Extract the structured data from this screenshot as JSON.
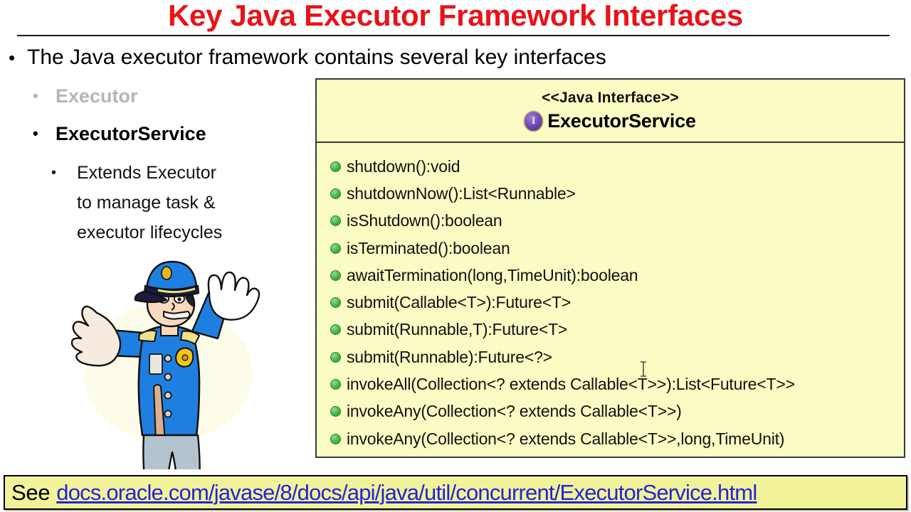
{
  "slide": {
    "title": "Key Java Executor Framework Interfaces",
    "title_color": "#e8131a"
  },
  "bullets": {
    "level1": "The Java executor framework contains several key interfaces",
    "level2": [
      {
        "label": "Executor",
        "state": "dimmed",
        "color": "#b6b6b6"
      },
      {
        "label": "ExecutorService",
        "state": "active",
        "color": "#000000"
      }
    ],
    "level3": [
      "Extends Executor",
      "to manage task &",
      "executor lifecycles"
    ],
    "bullet_glyph": "•"
  },
  "uml": {
    "stereotype": "<<Java Interface>>",
    "interface_name": "ExecutorService",
    "icon_letter": "I",
    "background": "#fbfbc4",
    "border_color": "#3b3b3b",
    "method_bullet_color": "#43b344",
    "methods": [
      "shutdown():void",
      "shutdownNow():List<Runnable>",
      "isShutdown():boolean",
      "isTerminated():boolean",
      "awaitTermination(long,TimeUnit):boolean",
      "submit(Callable<T>):Future<T>",
      "submit(Runnable,T):Future<T>",
      "submit(Runnable):Future<?>",
      "invokeAll(Collection<? extends Callable<T>>):List<Future<T>>",
      "invokeAny(Collection<? extends Callable<T>>)",
      "invokeAny(Collection<? extends Callable<T>>,long,TimeUnit)"
    ]
  },
  "clipart": {
    "name": "traffic-police-officer-stop-gesture",
    "uniform_color": "#1f7fe0",
    "pants_color": "#b4c2ce",
    "cap_color": "#1f7fe0",
    "skin_color": "#fbd9bd"
  },
  "footer": {
    "prefix": "See",
    "url": "docs.oracle.com/javase/8/docs/api/java/util/concurrent/ExecutorService.html",
    "url_color": "#2323d8",
    "background": "#f2f29a"
  }
}
